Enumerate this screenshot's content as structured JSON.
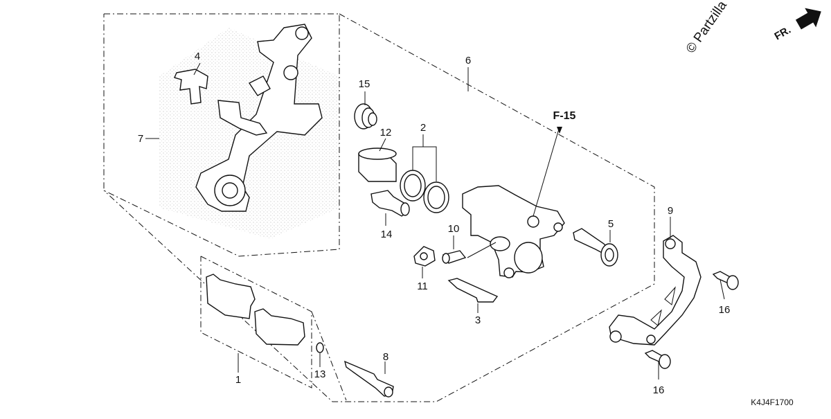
{
  "diagram": {
    "callouts": {
      "c1": "1",
      "c2": "2",
      "c3": "3",
      "c4": "4",
      "c5": "5",
      "c6": "6",
      "c7": "7",
      "c8": "8",
      "c9": "9",
      "c10": "10",
      "c11": "11",
      "c12": "12",
      "c13": "13",
      "c14": "14",
      "c15": "15",
      "c16a": "16",
      "c16b": "16"
    },
    "reference": "F-15",
    "watermark": "© Partzilla",
    "direction_label": "FR.",
    "drawing_code": "K4J4F1700"
  }
}
